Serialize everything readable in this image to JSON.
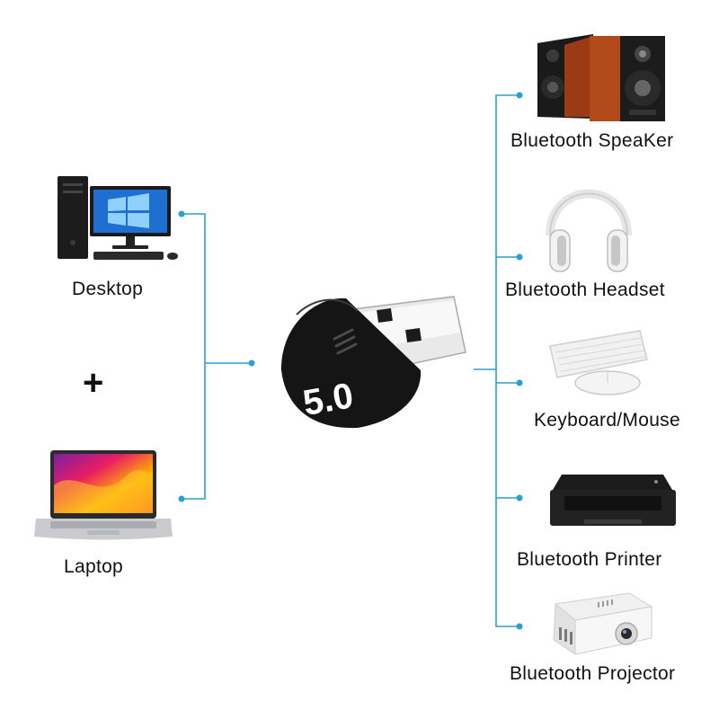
{
  "left_devices": [
    {
      "label": "Desktop",
      "icon": "desktop-computer-icon"
    },
    {
      "label": "Laptop",
      "icon": "laptop-icon"
    }
  ],
  "plus_sign": "+",
  "adapter": {
    "version_label": "5.0",
    "icon": "usb-bluetooth-adapter-icon"
  },
  "right_devices": [
    {
      "label": "Bluetooth SpeaKer",
      "icon": "speaker-icon"
    },
    {
      "label": "Bluetooth Headset",
      "icon": "headset-icon"
    },
    {
      "label": "Keyboard/Mouse",
      "icon": "keyboard-mouse-icon"
    },
    {
      "label": "Bluetooth Printer",
      "icon": "printer-icon"
    },
    {
      "label": "Bluetooth Projector",
      "icon": "projector-icon"
    }
  ],
  "colors": {
    "connector": "#2a9fd6",
    "text": "#111111"
  }
}
